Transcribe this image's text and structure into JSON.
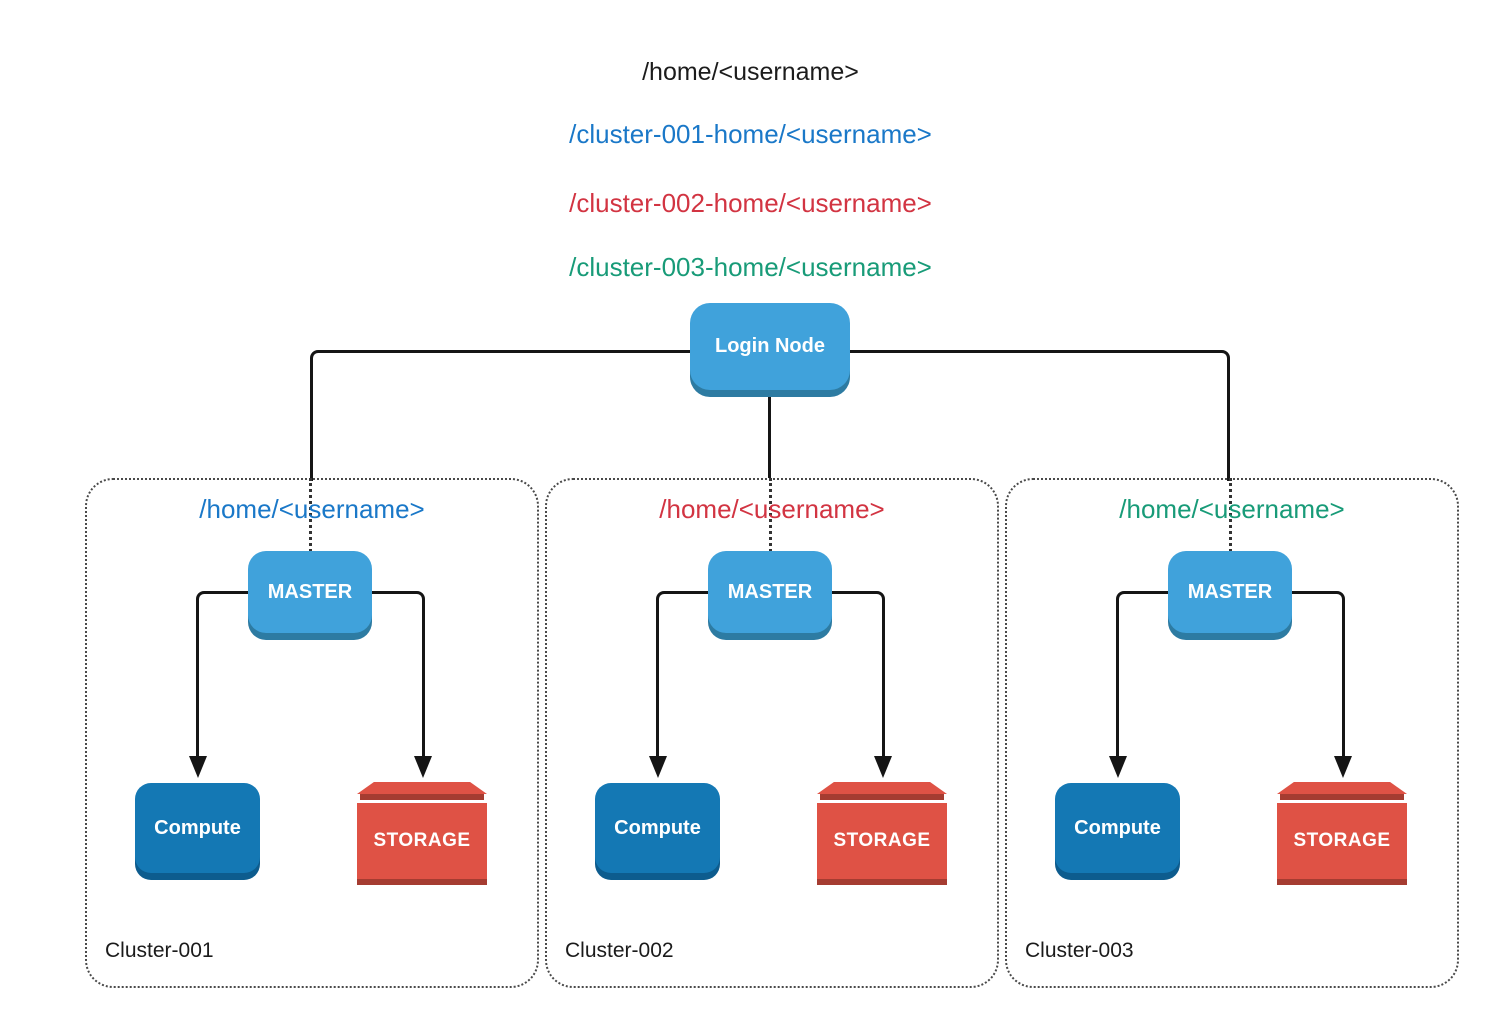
{
  "header_paths": [
    {
      "text": "/home/<username>",
      "color": "#1C1C1C"
    },
    {
      "text": "/cluster-001-home/<username>",
      "color": "#1A78C8"
    },
    {
      "text": "/cluster-002-home/<username>",
      "color": "#D23442"
    },
    {
      "text": "/cluster-003-home/<username>",
      "color": "#189B78"
    }
  ],
  "login_node": {
    "label": "Login Node"
  },
  "clusters": [
    {
      "name": "Cluster-001",
      "home_path": "/home/<username>",
      "home_color": "#1A78C8",
      "master_label": "MASTER",
      "compute_label": "Compute",
      "storage_label": "STORAGE"
    },
    {
      "name": "Cluster-002",
      "home_path": "/home/<username>",
      "home_color": "#D23442",
      "master_label": "MASTER",
      "compute_label": "Compute",
      "storage_label": "STORAGE"
    },
    {
      "name": "Cluster-003",
      "home_path": "/home/<username>",
      "home_color": "#189B78",
      "master_label": "MASTER",
      "compute_label": "Compute",
      "storage_label": "STORAGE"
    }
  ],
  "colors": {
    "node_blue": "#40A2DB",
    "node_blue_shadow": "#2D7BA2",
    "compute_blue": "#1478B4",
    "compute_blue_shadow": "#0D5C8E",
    "storage_red": "#DF5245",
    "storage_red_dark": "#A53C31",
    "connector_black": "#151515",
    "path_blue": "#1A78C8",
    "path_red": "#D23442",
    "path_green": "#189B78"
  }
}
